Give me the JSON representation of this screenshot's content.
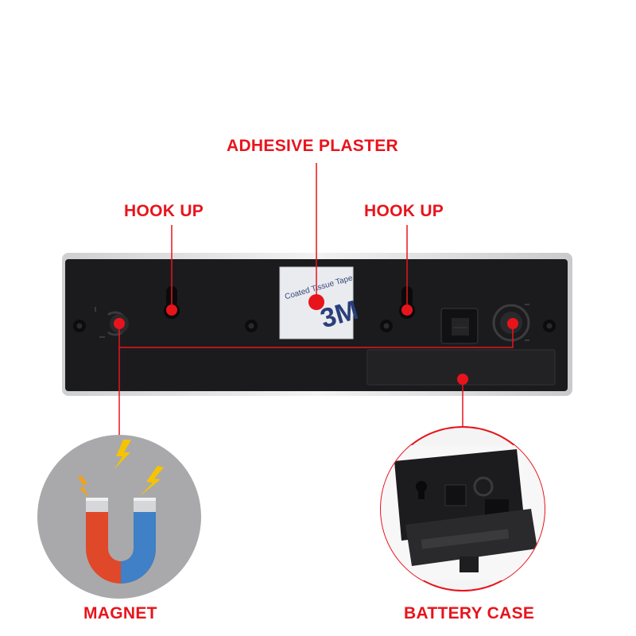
{
  "labels": {
    "adhesive": "ADHESIVE PLASTER",
    "hook_left": "HOOK UP",
    "hook_right": "HOOK UP",
    "magnet": "MAGNET",
    "battery": "BATTERY CASE"
  },
  "tape_text": {
    "line1": "Coated Tissue Tape",
    "brand": "3M"
  },
  "colors": {
    "accent": "#e8141c",
    "panel": "#1b1b1d",
    "frame": "#d9dadc",
    "magnet_bg": "#a9a9ab",
    "magnet_red": "#e0482a",
    "magnet_blue": "#3f80c6",
    "spark": "#f5c400"
  }
}
